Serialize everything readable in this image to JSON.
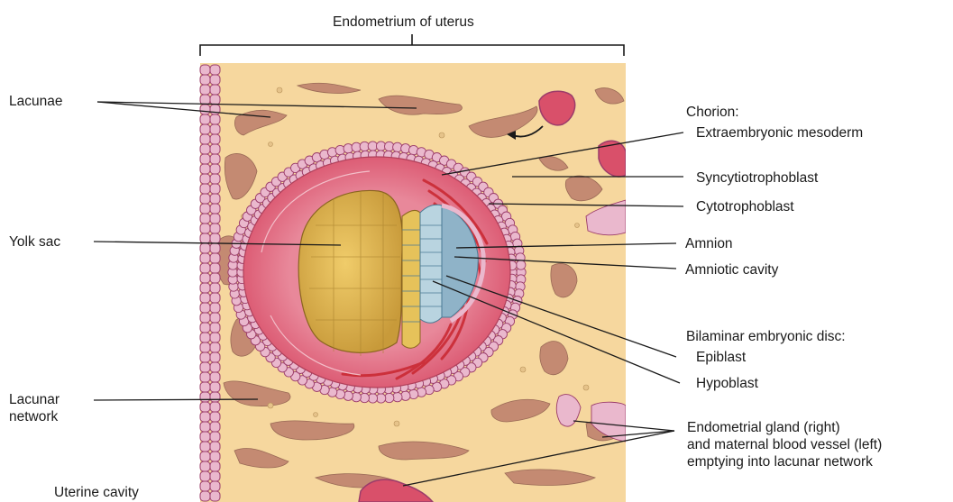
{
  "title": "Endometrium of uterus",
  "labels": {
    "lacunae": "Lacunae",
    "yolk_sac": "Yolk sac",
    "lacunar_network": "Lacunar\nnetwork",
    "uterine_cavity": "Uterine cavity",
    "chorion": "Chorion:",
    "extraembryonic_mesoderm": "Extraembryonic mesoderm",
    "syncytiotrophoblast": "Syncytiotrophoblast",
    "cytotrophoblast": "Cytotrophoblast",
    "amnion": "Amnion",
    "amniotic_cavity": "Amniotic cavity",
    "bilaminar_disc": "Bilaminar embryonic disc:",
    "epiblast": "Epiblast",
    "hypoblast": "Hypoblast",
    "endometrial_gland": "Endometrial gland (right)\nand maternal blood vessel (left)\nemptying into lacunar network"
  },
  "colors": {
    "endometrium": "#f6d79e",
    "lacuna": "#c48a72",
    "epithelium_cell": "#eab8cd",
    "cell_outline": "#9b3c6a",
    "syncytiotrophoblast": "#e4647a",
    "extraembryonic_mesoderm": "#d8333b",
    "yolk_sac": "#ddb24a",
    "amniotic_cavity": "#8fb3c8",
    "epiblast": "#b9d4e0"
  }
}
